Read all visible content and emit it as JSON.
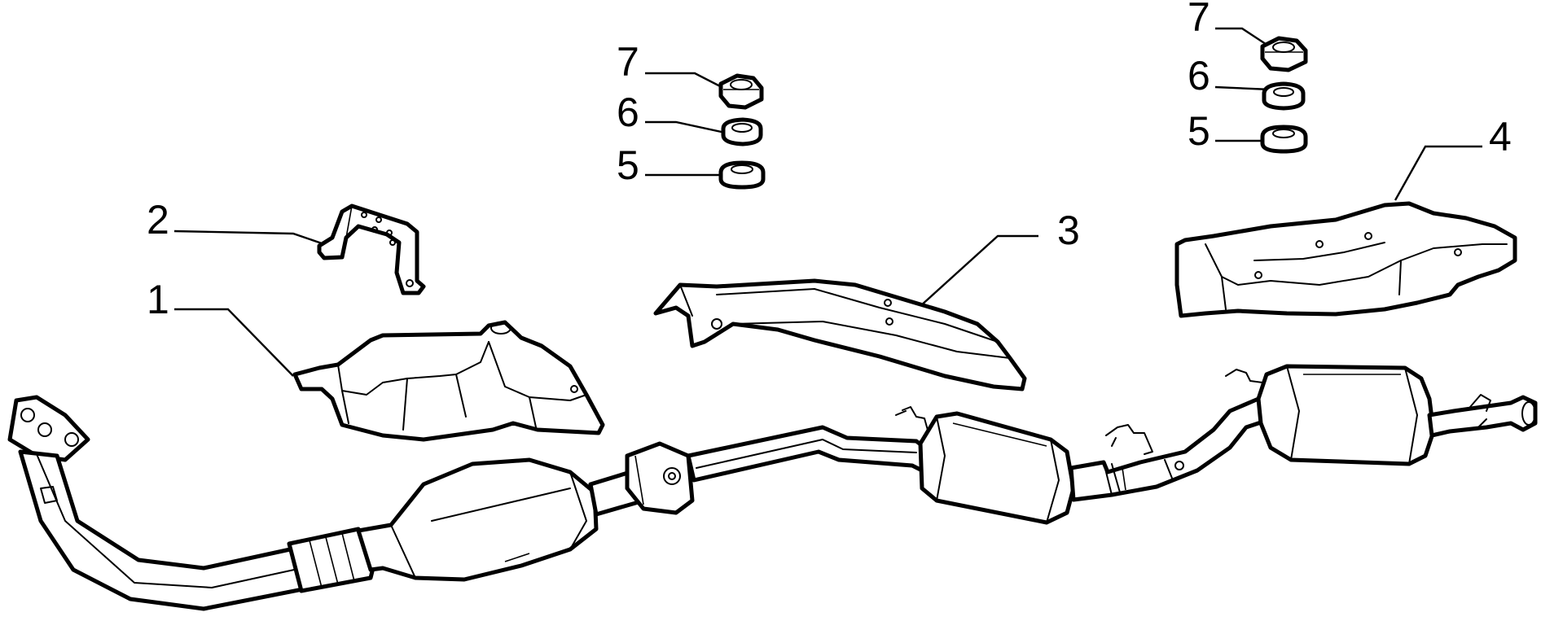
{
  "callouts": {
    "c1": "1",
    "c2": "2",
    "c3": "3",
    "c4": "4",
    "c5a": "5",
    "c6a": "6",
    "c7a": "7",
    "c5b": "5",
    "c6b": "6",
    "c7b": "7"
  },
  "colors": {
    "line": "#000000",
    "background": "#ffffff"
  }
}
